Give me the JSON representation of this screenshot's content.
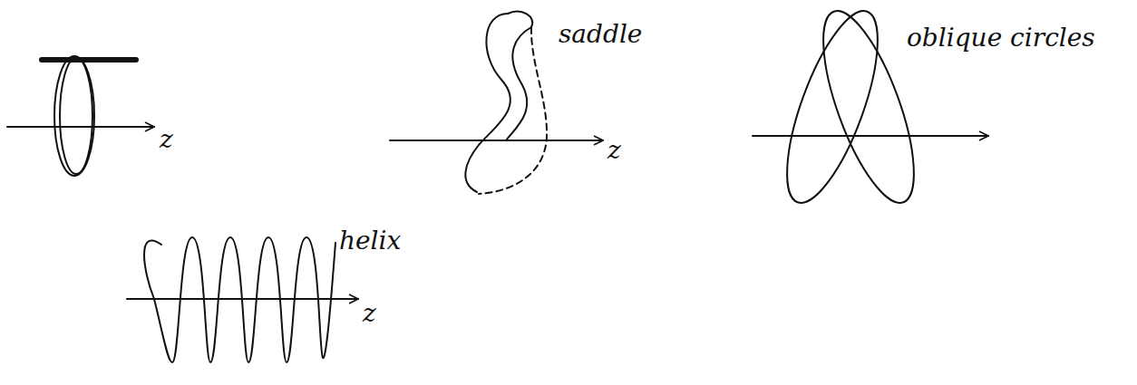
{
  "diagram": {
    "labels": [
      "z",
      "saddle",
      "z",
      "oblique circles",
      "helix",
      "z"
    ]
  }
}
